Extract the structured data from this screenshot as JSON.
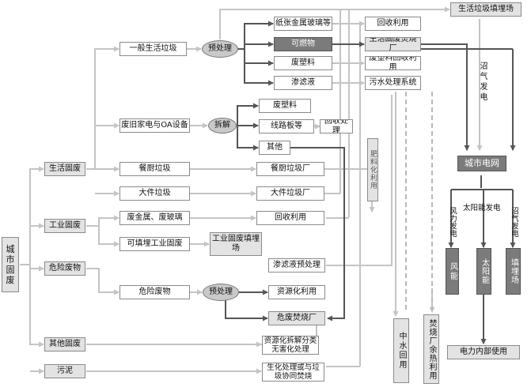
{
  "nodes": {
    "urban_waste": "城市固废",
    "domestic_waste": "生活固废",
    "industrial_waste": "工业固废",
    "hazardous_waste": "危险废物",
    "other_waste": "其他固废",
    "sludge": "污泥",
    "general_waste": "一般生活垃圾",
    "appliances": "废旧家电与OA设备",
    "kitchen_waste": "餐厨垃圾",
    "bulky_waste": "大件垃圾",
    "scrap_metal_glass": "废金属、废玻璃",
    "fillable_industrial": "可填埋工业固废",
    "hazardous_sub": "危险废物",
    "pretreat_1": "预处理",
    "dismantle": "拆解",
    "pretreat_2": "预处理",
    "paper_metal_glass": "纸张金属玻璃等",
    "combustibles": "可燃物",
    "waste_plastic_1": "废塑料",
    "leachate": "渗滤液",
    "waste_plastic_2": "废塑料",
    "circuit_boards": "线路板等",
    "others": "其他",
    "recycle_1": "回收利用",
    "incineration_plant": "生活固废焚烧厂",
    "plastic_recycle": "废塑料回收利用",
    "sewage_system": "污水处理系统",
    "recycle_treatment": "回收处理",
    "kitchen_plant": "餐厨垃圾厂",
    "bulky_plant": "大件垃圾厂",
    "recycle_2": "回收利用",
    "industrial_landfill": "工业固废填埋场",
    "leachate_pretreat": "渗滤液预处理",
    "resource_use": "资源化利用",
    "hazardous_incinerator": "危废焚烧厂",
    "resource_dismantle": "资源化拆解分类无害化处理",
    "biological_treatment": "生化处理或与垃圾协同焚烧",
    "domestic_landfill": "生活垃圾填埋场",
    "fertilizer": "肥料化利用",
    "reclaimed_water": "中水回用",
    "waste_heat": "焚烧厂余热利用",
    "city_grid": "城市电网",
    "wind_power": "风能",
    "solar": "太阳能",
    "landfill_site": "填埋场",
    "internal_power": "电力内部使用"
  },
  "labels": {
    "biogas_power_1": "沼气发电",
    "wind_generation": "风力发电",
    "solar_generation": "太阳能发电",
    "biogas_power_2": "沼气发电"
  },
  "colors": {
    "dark_box": "#7b7b7b",
    "light_box": "#e3e3e3",
    "dark_line": "#555555",
    "light_line": "#c4c4c4"
  }
}
